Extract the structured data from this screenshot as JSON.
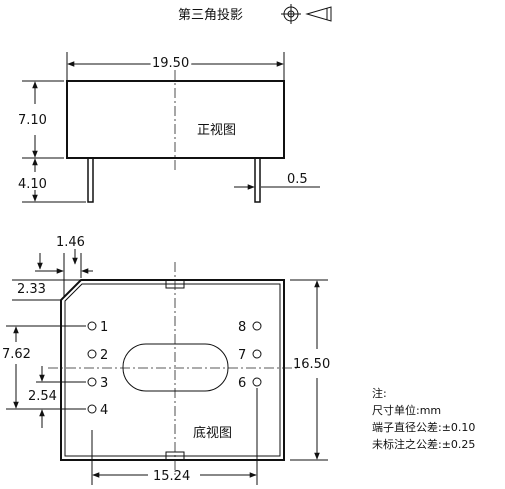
{
  "header": {
    "projection_label": "第三角投影"
  },
  "front_view": {
    "label": "正视图",
    "width": "19.50",
    "body_height": "7.10",
    "pin_length": "4.10",
    "pin_dia": "0.5"
  },
  "bottom_view": {
    "label": "底视图",
    "chamfer_x": "1.46",
    "chamfer_y": "2.33",
    "height": "16.50",
    "row_span": "7.62",
    "pitch": "2.54",
    "col_span": "15.24",
    "pins_left": [
      "1",
      "2",
      "3",
      "4"
    ],
    "pins_right": [
      "8",
      "7",
      "6"
    ]
  },
  "notes": {
    "heading": "注:",
    "lines": [
      "尺寸单位:mm",
      "端子直径公差:±0.10",
      "未标注之公差:±0.25"
    ]
  }
}
